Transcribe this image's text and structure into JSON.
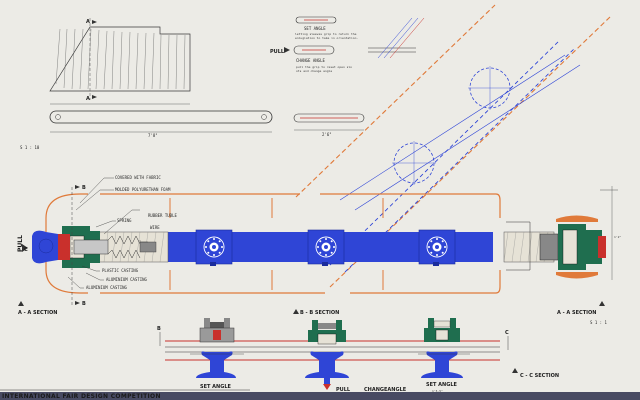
{
  "colors": {
    "paper": "#ecebe6",
    "ink": "#2b2b2b",
    "blue": "#2f45d6",
    "orange": "#e07a3a",
    "red": "#c9302c",
    "green": "#1f6e4f",
    "gray": "#9a9a9a"
  },
  "title": "INTERNATIONAL FAIR DESIGN COMPETITION",
  "top_left": {
    "section_marker": "A",
    "section_marker_bottom": "A",
    "dim_label": "7'8\"",
    "scale_note": "S 1 : 10"
  },
  "top_mid": {
    "set_angle_label": "SET ANGLE",
    "set_angle_note_1": "letting sleeves grip to return the",
    "set_angle_note_2": "enlugiation to take in orientation.",
    "pull_label": "PULL",
    "change_angle_label": "CHANGE ANGLE",
    "change_angle_note_1": "pull the grip to reset open slo",
    "change_angle_note_2": "ots and change angle",
    "dim_label": "2'6\""
  },
  "callouts": {
    "covered_fabric": "COVERED WITH FABRIC",
    "molded_foam": "MOLDED POLYURETHAN FOAM",
    "spring": "SPRING",
    "rubber_tube": "RUBBER TUBLE",
    "wire": "WIRE",
    "plastic_casting": "PLASTIC CASTING",
    "aluminium_casting_1": "ALUMINIUM CASTING",
    "aluminium_casting_2": "ALUMINIUM CASTING"
  },
  "markers": {
    "b_top": "B",
    "b_bottom": "B",
    "c_left": "C",
    "a_a_left": "A - A SECTION",
    "pull_left": "PULL",
    "a_a_right": "A - A SECTION",
    "scale_right": "S 1 : 1",
    "b_b": "B - B SECTION",
    "c_c": "C - C SECTION",
    "b_mark": "B",
    "c_mark": "C",
    "dim_right": "1'2\""
  },
  "bottom": {
    "set_angle_1": "SET ANGLE",
    "pull": "PULL",
    "change_angle": "CHANGEANGLE",
    "set_angle_2": "SET ANGLE",
    "dim_small": "1'5.5\""
  }
}
